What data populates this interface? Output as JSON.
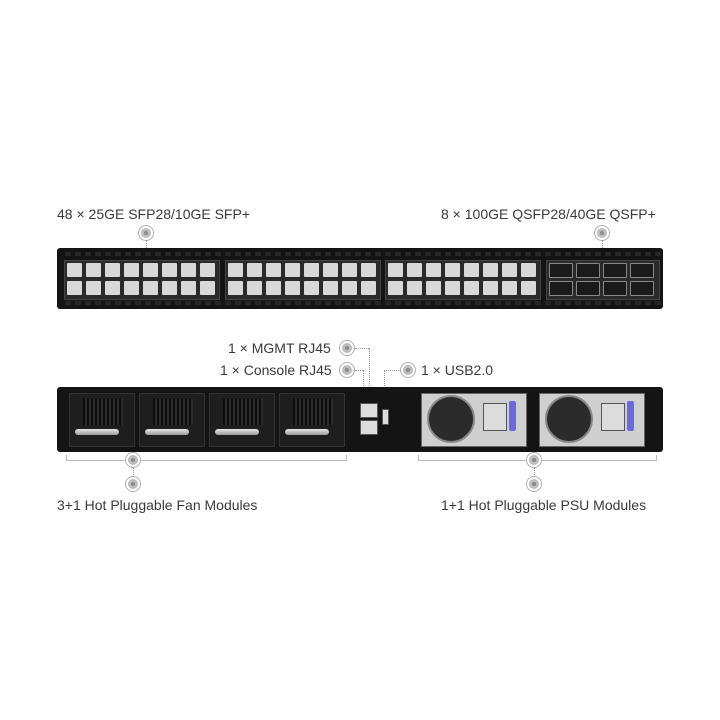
{
  "labels": {
    "sfp28": "48 × 25GE  SFP28/10GE  SFP+",
    "qsfp28": "8 × 100GE  QSFP28/40GE  QSFP+",
    "mgmt": "1 × MGMT RJ45",
    "console": "1 × Console RJ45",
    "usb": "1 × USB2.0",
    "fans": "3+1 Hot Pluggable Fan Modules",
    "psu": "1+1 Hot Pluggable PSU Modules"
  },
  "colors": {
    "chassis": "#141414",
    "marker": "#bdbdbd",
    "psu_handle": "#6b6bd8"
  }
}
